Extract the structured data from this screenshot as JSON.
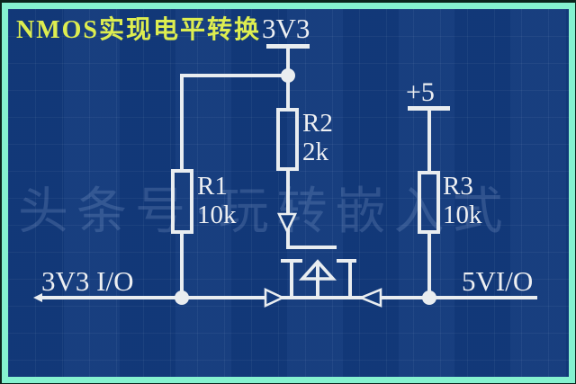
{
  "title": "NMOS实现电平转换",
  "watermark": "头条号·玩转嵌入式",
  "colors": {
    "canvas_background": "#123a7c",
    "frame_border": "#85f2d0",
    "wire": "#e9edf0",
    "title_text": "#dded50",
    "label_text": "#edeff2"
  },
  "schematic": {
    "type": "circuit-diagram",
    "topic": "NMOS bidirectional logic level shifter between 3.3V and 5V buses",
    "power_rails": [
      {
        "name": "3V3"
      },
      {
        "name": "+5"
      }
    ],
    "nets": [
      {
        "name": "3V3 I/O",
        "side": "left"
      },
      {
        "name": "5VI/O",
        "side": "right"
      }
    ],
    "components": [
      {
        "ref": "R1",
        "value": "10k",
        "type": "resistor",
        "connection": "3V3 rail to 3V3 I/O line"
      },
      {
        "ref": "R2",
        "value": "2k",
        "type": "resistor",
        "connection": "3V3 rail to NMOS gate"
      },
      {
        "ref": "R3",
        "value": "10k",
        "type": "resistor",
        "connection": "+5 rail to 5VI/O line"
      },
      {
        "type": "nmos-transistor",
        "connection": "source on 3V3 I/O line, drain on 5VI/O line, gate fed from R2"
      }
    ]
  },
  "labels": {
    "rail_3v3": "3V3",
    "rail_5v": "+5",
    "r1_ref": "R1",
    "r1_val": "10k",
    "r2_ref": "R2",
    "r2_val": "2k",
    "r3_ref": "R3",
    "r3_val": "10k",
    "net_left": "3V3 I/O",
    "net_right": "5VI/O"
  }
}
